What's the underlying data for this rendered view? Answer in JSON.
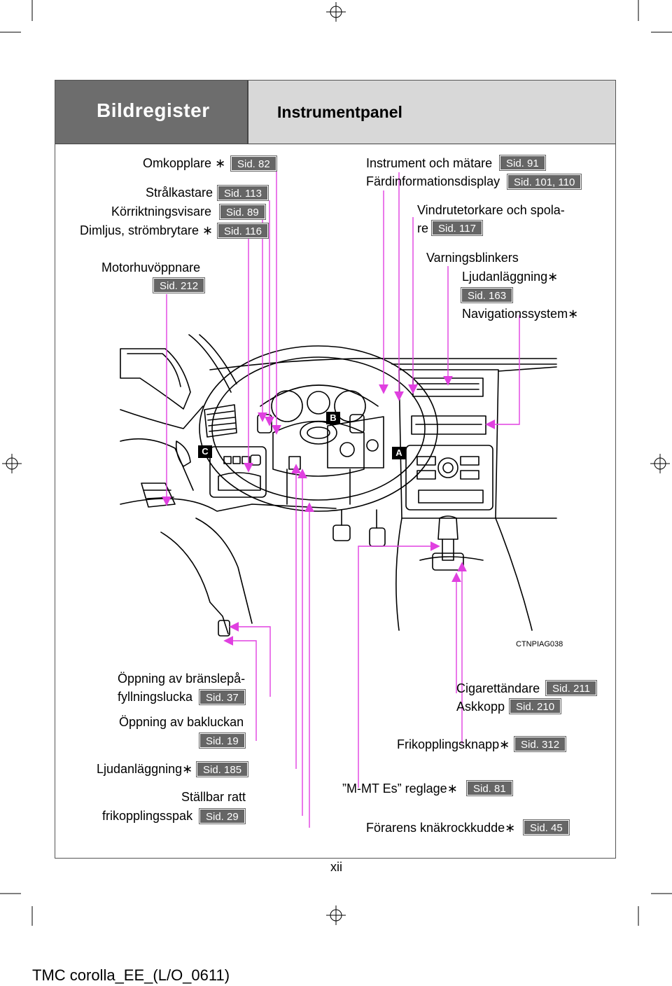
{
  "header": {
    "section": "Bildregister",
    "title": "Instrumentpanel"
  },
  "labels": {
    "omkopplare": "Omkopplare",
    "stralkastare": "Strålkastare",
    "korriktning": "Körriktningsvisare",
    "dimljus": "Dimljus, strömbrytare",
    "motorhuv": "Motorhuvöppnare",
    "instrument": "Instrument och mätare",
    "fardinfo": "Färdinformationsdisplay",
    "vindrute1": "Vindrutetorkare och spola-",
    "vindrute2": "re",
    "varnings": "Varningsblinkers",
    "ljud1": "Ljudanläggning",
    "navi": "Navigationssystem",
    "bransle1": "Öppning av bränslepå-",
    "bransle2": "fyllningslucka",
    "baklucka": "Öppning av bakluckan",
    "ljud2": "Ljudanläggning",
    "stallbar1": "Ställbar ratt",
    "stallbar2": "frikopplingsspak",
    "cigarett": "Cigarettändare",
    "askkopp": "Askkopp",
    "frikoppling": "Frikopplingsknapp",
    "mmt": "”M-MT Es” reglage",
    "knakrock": "Förarens knäkrockkudde"
  },
  "star": "∗",
  "badges": {
    "omkopplare": "Sid. 82",
    "stralkastare": "Sid. 113",
    "korriktning": "Sid. 89",
    "dimljus": "Sid. 116",
    "motorhuv": "Sid. 212",
    "instrument": "Sid. 91",
    "fardinfo": "Sid. 101, 110",
    "vindrute": "Sid. 117",
    "ljud1": "Sid. 163",
    "bransle": "Sid. 37",
    "baklucka": "Sid. 19",
    "ljud2": "Sid. 185",
    "stallbar": "Sid. 29",
    "cigarett": "Sid. 211",
    "askkopp": "Sid. 210",
    "frikoppling": "Sid. 312",
    "mmt": "Sid. 81",
    "knakrock": "Sid. 45"
  },
  "figure": {
    "code": "CTNPIAG038",
    "marker_a": "A",
    "marker_b": "B",
    "marker_c": "C"
  },
  "page_number": "xii",
  "footer": "TMC corolla_EE_(L/O_0611)",
  "colors": {
    "leader": "#e040e0",
    "badge": "#666666",
    "header_dark": "#6d6d6d",
    "header_light": "#d8d8d8"
  }
}
